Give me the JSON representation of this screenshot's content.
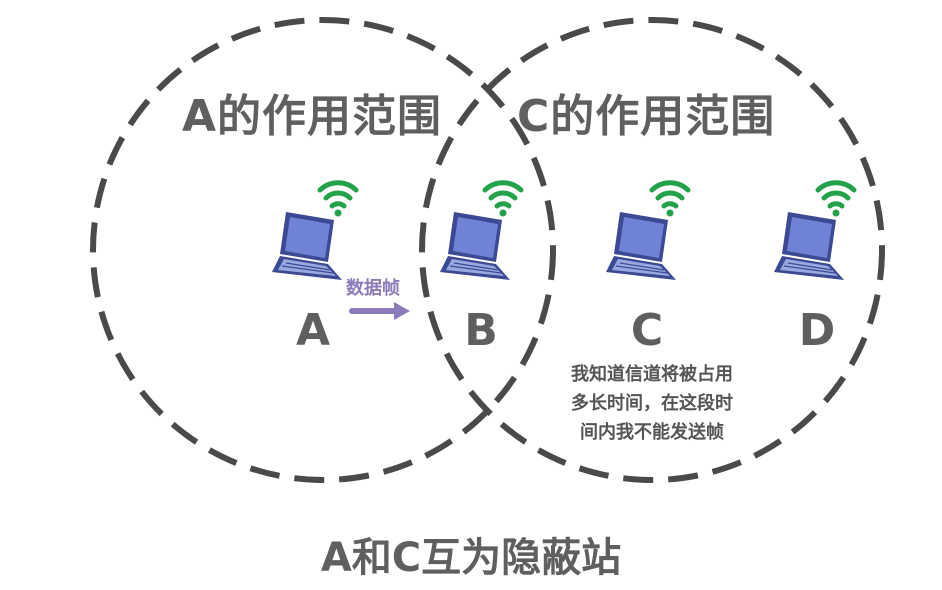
{
  "ranges": {
    "a_title": "A的作用范围",
    "c_title": "C的作用范围"
  },
  "stations": [
    {
      "letter": "A"
    },
    {
      "letter": "B"
    },
    {
      "letter": "C"
    },
    {
      "letter": "D"
    }
  ],
  "frame_label": "数据帧",
  "note": {
    "line1": "我知道信道将被占用",
    "line2": "多长时间，在这段时",
    "line3": "间内我不能发送帧"
  },
  "caption": "A和C互为隐蔽站",
  "colors": {
    "circle_stroke": "#4a4a4a",
    "text": "#5f5f5f",
    "wifi": "#22a34a",
    "laptop_screen": "#5b6fc4",
    "laptop_body": "#3c4a94",
    "arrow": "#8b7bb8"
  },
  "icons": {
    "laptop": "laptop-icon",
    "wifi": "wifi-icon",
    "arrow": "arrow-right-icon"
  }
}
